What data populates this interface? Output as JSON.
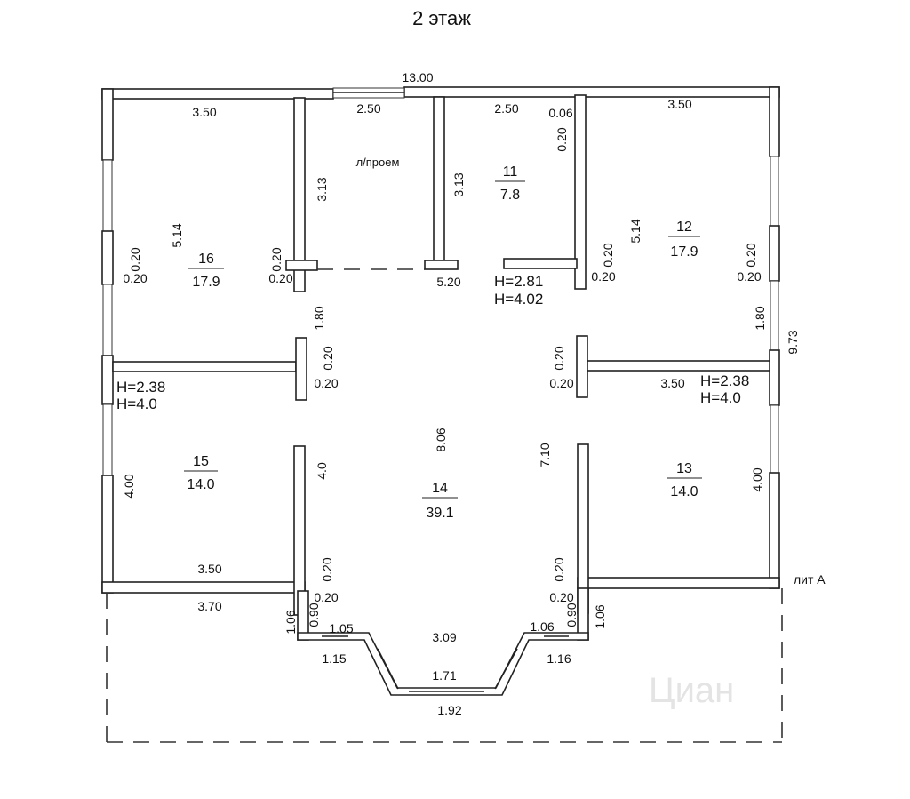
{
  "title": "2 этаж",
  "watermark": "Циан",
  "building_label": "лит А",
  "opening_label": "л/проем",
  "rooms": [
    {
      "number": "16",
      "area": "17.9"
    },
    {
      "number": "11",
      "area": "7.8"
    },
    {
      "number": "12",
      "area": "17.9"
    },
    {
      "number": "15",
      "area": "14.0"
    },
    {
      "number": "14",
      "area": "39.1"
    },
    {
      "number": "13",
      "area": "14.0"
    }
  ],
  "heights": {
    "center_h1": "H=2.81",
    "center_h2": "H=4.02",
    "left_h1": "H=2.38",
    "left_h2": "H=4.0",
    "right_h1": "H=2.38",
    "right_h2": "H=4.0"
  },
  "dims": [
    "13.00",
    "3.50",
    "2.50",
    "2.50",
    "0.06",
    "0.20",
    "3.50",
    "3.13",
    "3.13",
    "5.14",
    "5.14",
    "0.20",
    "0.20",
    "0.20",
    "0.20",
    "0.20",
    "0.20",
    "0.20",
    "0.20",
    "5.20",
    "1.80",
    "1.80",
    "9.73",
    "0.20",
    "0.20",
    "0.20",
    "0.20",
    "3.50",
    "8.06",
    "7.10",
    "4.00",
    "4.0",
    "4.00",
    "3.50",
    "3.70",
    "0.20",
    "0.20",
    "0.20",
    "0.20",
    "1.06",
    "0.90",
    "1.05",
    "3.09",
    "1.06",
    "0.90",
    "1.06",
    "1.15",
    "1.16",
    "1.71",
    "1.92"
  ]
}
